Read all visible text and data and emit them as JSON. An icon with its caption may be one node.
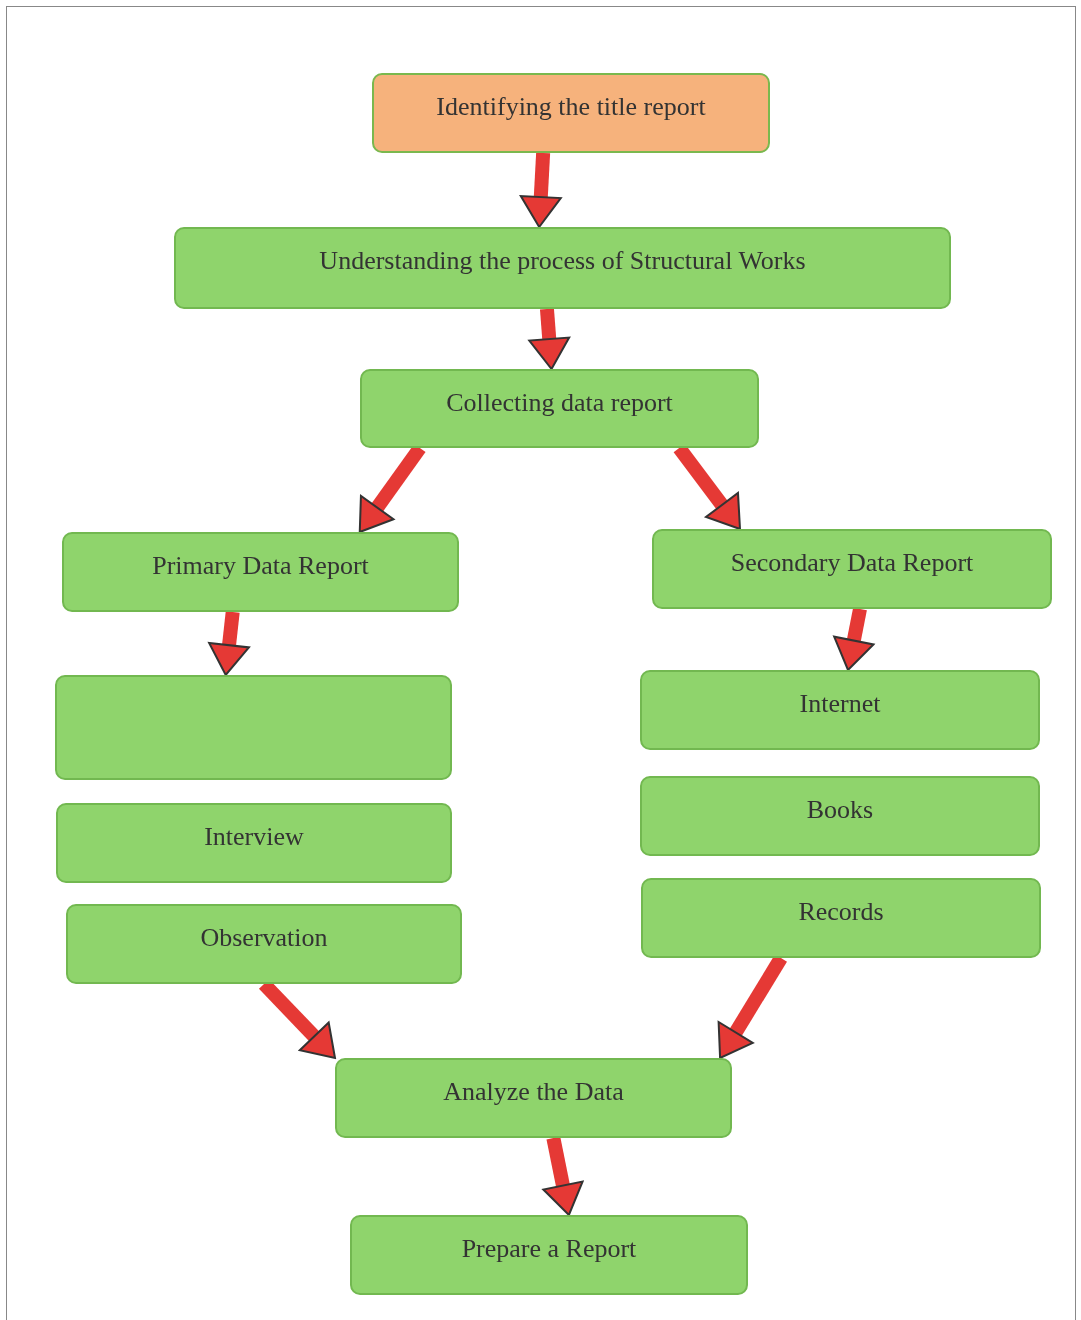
{
  "diagram": {
    "nodes": [
      {
        "text": [
          "Identifying the title report"
        ]
      },
      {
        "text": [
          "Understanding the process of Structural Works"
        ]
      },
      {
        "text": [
          "Collecting data report"
        ]
      },
      {
        "text": [
          "Primary Data Report"
        ]
      },
      {
        "text": [
          "Secondary Data Report"
        ]
      },
      {
        "text": [],
        "shape": "box"
      },
      {
        "text": [
          "Internet"
        ]
      },
      {
        "text": [
          "Interview"
        ]
      },
      {
        "text": [
          "Books"
        ]
      },
      {
        "text": [
          "Observation"
        ]
      },
      {
        "text": [
          "Records"
        ]
      },
      {
        "text": [
          "Analyze the Data"
        ]
      },
      {
        "text": [
          "Prepare a Report"
        ]
      }
    ],
    "edges": [
      {
        "from": 0,
        "to": 1,
        "arrow": "to"
      },
      {
        "from": 1,
        "to": 2,
        "arrow": "to"
      },
      {
        "from": 2,
        "to": 3,
        "arrow": "to"
      },
      {
        "from": 2,
        "to": 4,
        "arrow": "to"
      },
      {
        "from": 3,
        "to": 5,
        "arrow": "to"
      },
      {
        "from": 4,
        "to": 6,
        "arrow": "to"
      },
      {
        "from": 9,
        "to": 11,
        "arrow": "to"
      },
      {
        "from": 10,
        "to": 11,
        "arrow": "to"
      },
      {
        "from": 11,
        "to": 12,
        "arrow": "to"
      }
    ]
  }
}
